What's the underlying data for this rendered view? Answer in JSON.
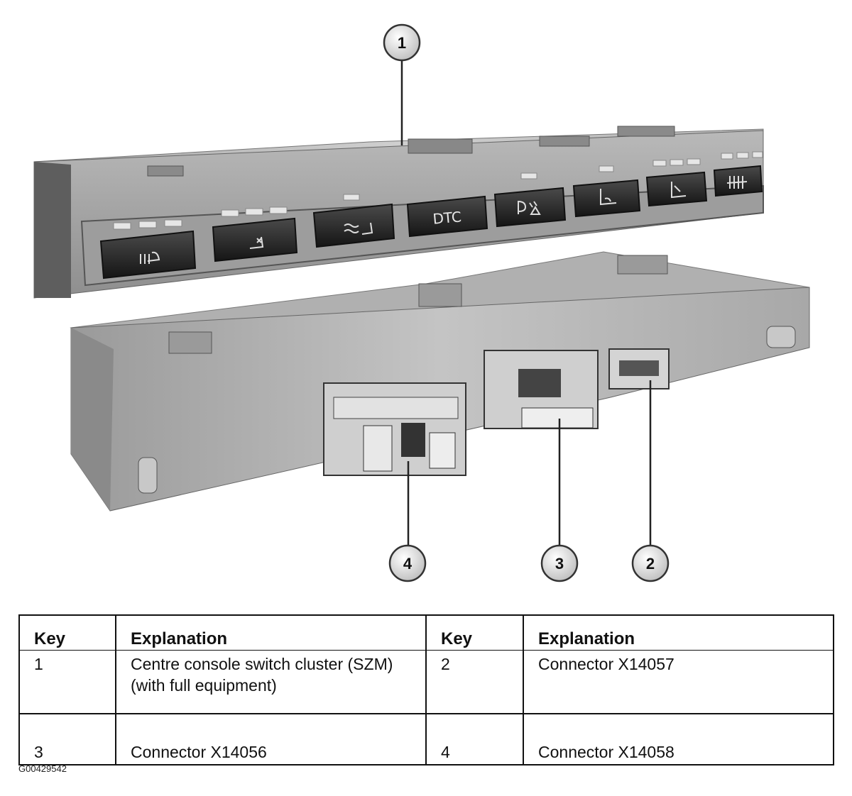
{
  "figure": {
    "code": "G00429542",
    "button_labels": [
      "DTC"
    ],
    "callouts": [
      "1",
      "2",
      "3",
      "4"
    ]
  },
  "key_table": {
    "headers": [
      "Key",
      "Explanation",
      "Key",
      "Explanation"
    ],
    "rows": [
      [
        "1",
        "Centre console switch cluster (SZM) (with full equipment)",
        "2",
        "Connector X14057"
      ],
      [
        "3",
        "Connector X14056",
        "4",
        "Connector X14058"
      ]
    ]
  },
  "icons": [
    "seat-heating-icon",
    "seat-ventilation-icon",
    "seat-massage-icon",
    "park-distance-control-icon",
    "seat-lumbar-icon",
    "seat-adjust-icon",
    "rear-window-heating-icon"
  ]
}
